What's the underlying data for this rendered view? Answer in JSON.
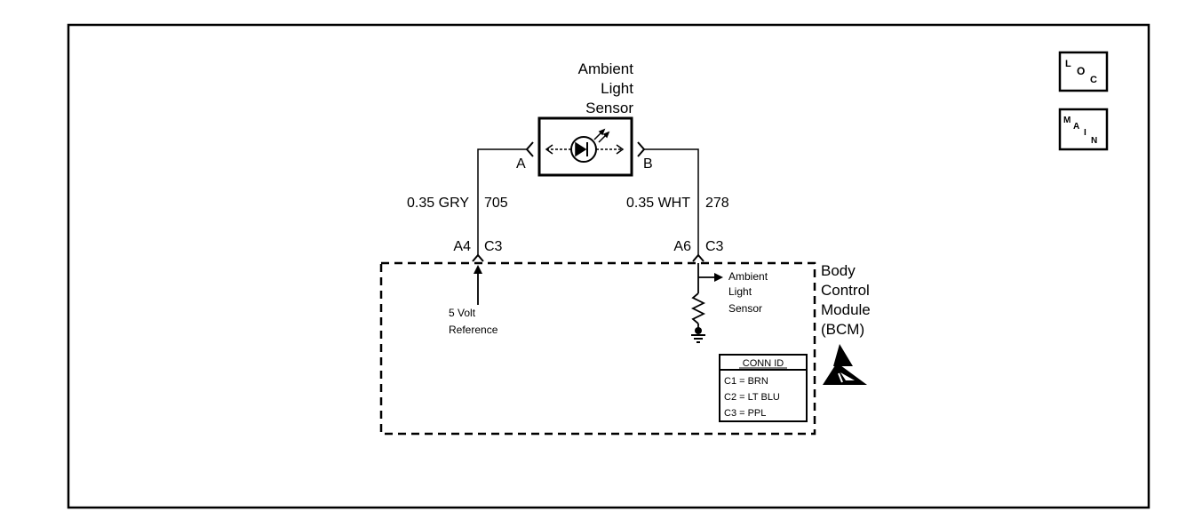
{
  "sensor": {
    "title_lines": [
      "Ambient",
      "Light",
      "Sensor"
    ]
  },
  "pins": {
    "a": "A",
    "b": "B"
  },
  "wires": {
    "left": {
      "gauge_color": "0.35 GRY",
      "circuit": "705",
      "terminal": "A4",
      "connector": "C3"
    },
    "right": {
      "gauge_color": "0.35 WHT",
      "circuit": "278",
      "terminal": "A6",
      "connector": "C3"
    }
  },
  "module": {
    "name_lines": [
      "Body",
      "Control",
      "Module",
      "(BCM)"
    ],
    "ref_label_lines": [
      "5 Volt",
      "Reference"
    ],
    "sensor_label_lines": [
      "Ambient",
      "Light",
      "Sensor"
    ]
  },
  "conn_id": {
    "title": "CONN ID",
    "rows": [
      "C1 = BRN",
      "C2 = LT BLU",
      "C3 = PPL"
    ]
  },
  "nav": {
    "loc": {
      "letters": [
        "L",
        "O",
        "C"
      ],
      "icon": "loc-icon"
    },
    "main": {
      "letters": [
        "M",
        "A",
        "I",
        "N"
      ],
      "icon": "main-icon"
    }
  },
  "icons": {
    "esd": "esd-warning-icon",
    "ground": "ground-icon",
    "led": "photodiode-icon"
  }
}
